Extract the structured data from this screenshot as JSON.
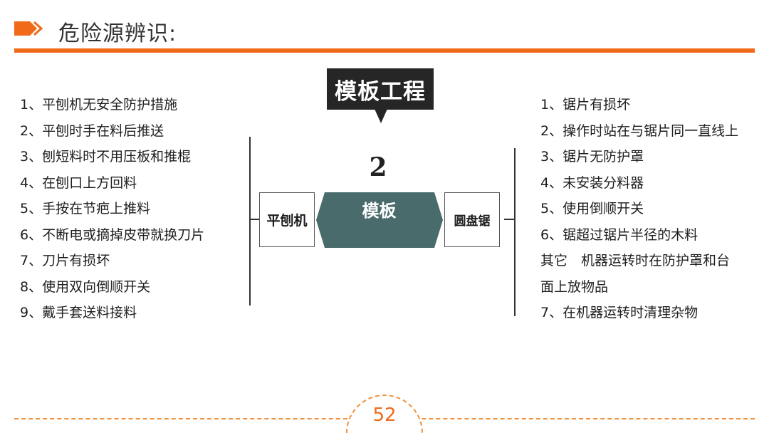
{
  "header": {
    "title": "危险源辨识:",
    "accent_color": "#f06a1a",
    "arrow_icon": "chevron-right-icon"
  },
  "callout": {
    "title": "模板工程",
    "pointer_icon": "down-triangle-icon"
  },
  "center": {
    "number": "2",
    "label": "模板",
    "fill_color": "#4a6b6b"
  },
  "left_box": {
    "label": "平刨机"
  },
  "right_box": {
    "label": "圆盘锯"
  },
  "left_list": [
    "1、平刨机无安全防护措施",
    "2、平刨时手在料后推送",
    "3、刨短料时不用压板和推棍",
    "4、在刨口上方回料",
    "5、手按在节疤上推料",
    "6、不断电或摘掉皮带就换刀片",
    "7、刀片有损坏",
    "8、使用双向倒顺开关",
    "9、戴手套送料接料"
  ],
  "right_list": [
    "1、锯片有损坏",
    "2、操作时站在与锯片同一直线上",
    "3、锯片无防护罩",
    "4、未安装分料器",
    "5、使用倒顺开关",
    "6、锯超过锯片半径的木料",
    "其它　机器运转时在防护罩和台",
    "面上放物品",
    "7、在机器运转时清理杂物"
  ],
  "footer": {
    "page_number": "52",
    "accent_color": "#f0913d"
  }
}
